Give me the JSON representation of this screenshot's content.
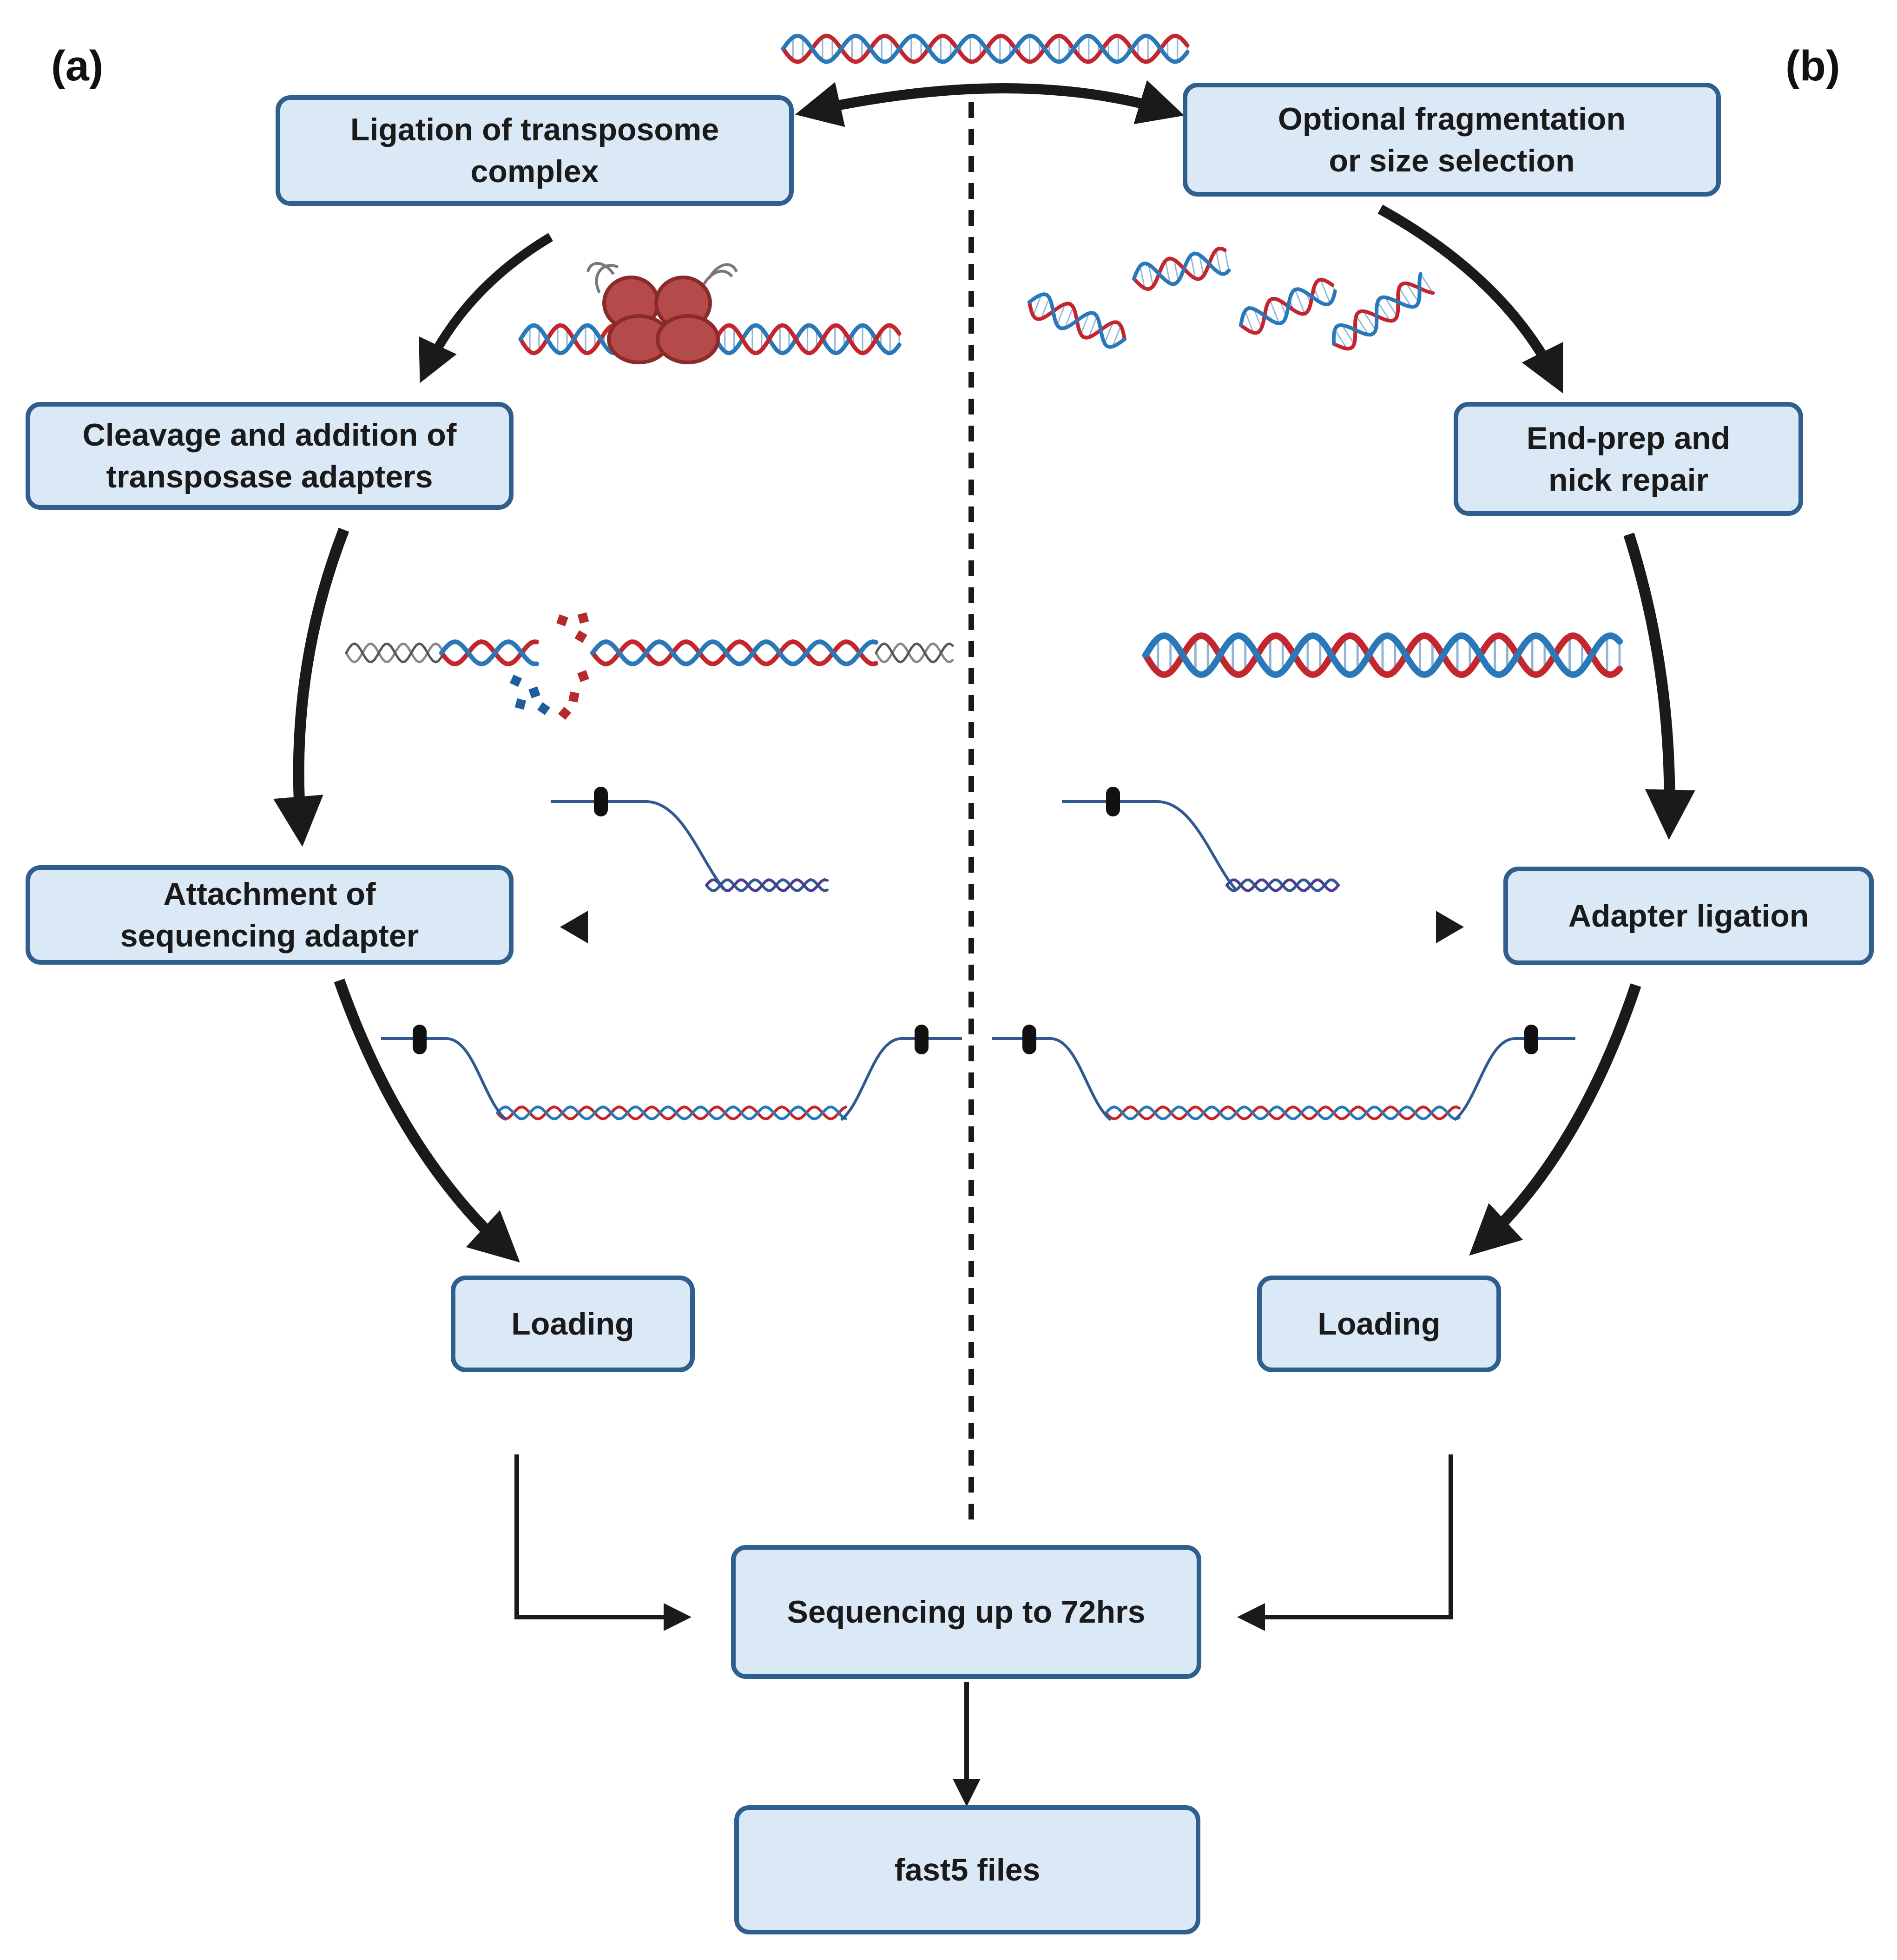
{
  "panels": {
    "left": "(a)",
    "right": "(b)"
  },
  "steps": {
    "ligation": [
      "Ligation of transposome",
      "complex"
    ],
    "cleavage": [
      "Cleavage and addition of",
      "transposase adapters"
    ],
    "attachment": [
      "Attachment of",
      "sequencing adapter"
    ],
    "loading_a": [
      "Loading"
    ],
    "fragmentation": [
      "Optional fragmentation",
      "or size selection"
    ],
    "endprep": [
      "End-prep and",
      "nick repair"
    ],
    "adapter_ligation": [
      "Adapter ligation"
    ],
    "loading_b": [
      "Loading"
    ],
    "sequencing": [
      "Sequencing up to 72hrs"
    ],
    "fast5": [
      "fast5 files"
    ]
  },
  "colors": {
    "strand_red": "#c4262e",
    "strand_blue": "#2a78b8",
    "box_fill": "#dbe9f7",
    "box_border": "#2f5f8e",
    "arrow": "#1a1a1a",
    "transposase": "#b54a4a"
  }
}
